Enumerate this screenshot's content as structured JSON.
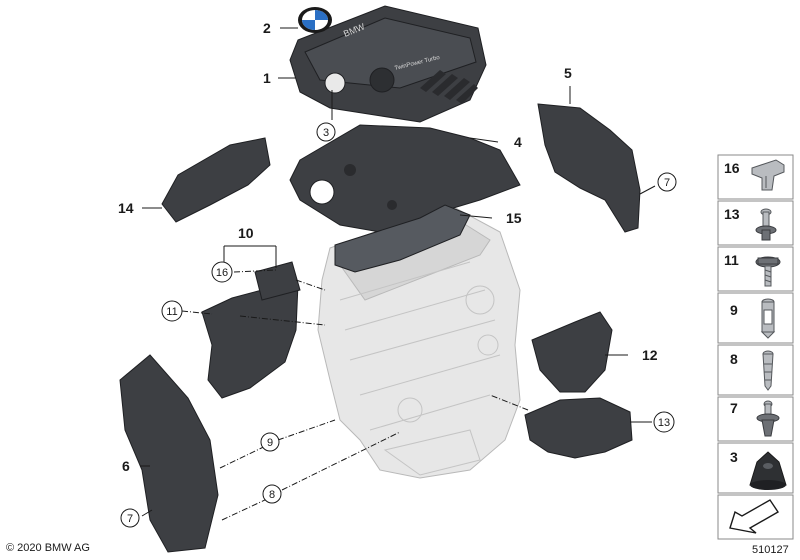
{
  "callouts": {
    "c1": "1",
    "c2": "2",
    "c3": "3",
    "c4": "4",
    "c5": "5",
    "c6": "6",
    "c7a": "7",
    "c7b": "7",
    "c8": "8",
    "c9": "9",
    "c10": "10",
    "c11": "11",
    "c12": "12",
    "c13": "13",
    "c14": "14",
    "c15": "15",
    "c16": "16"
  },
  "cover_text": {
    "brand": "BMW",
    "model": "TwinPower Turbo"
  },
  "legend": [
    {
      "number": "16",
      "icon": "clip-icon"
    },
    {
      "number": "13",
      "icon": "expansion-rivet-icon"
    },
    {
      "number": "11",
      "icon": "hex-bolt-icon"
    },
    {
      "number": "9",
      "icon": "stud-icon"
    },
    {
      "number": "8",
      "icon": "spreading-rivet-icon"
    },
    {
      "number": "7",
      "icon": "push-rivet-icon"
    },
    {
      "number": "3",
      "icon": "rubber-grommet-icon"
    }
  ],
  "legend_arrow_icon": "directional-arrow-icon",
  "footer": {
    "copyright": "© 2020 BMW AG",
    "diagram_id": "510127"
  }
}
